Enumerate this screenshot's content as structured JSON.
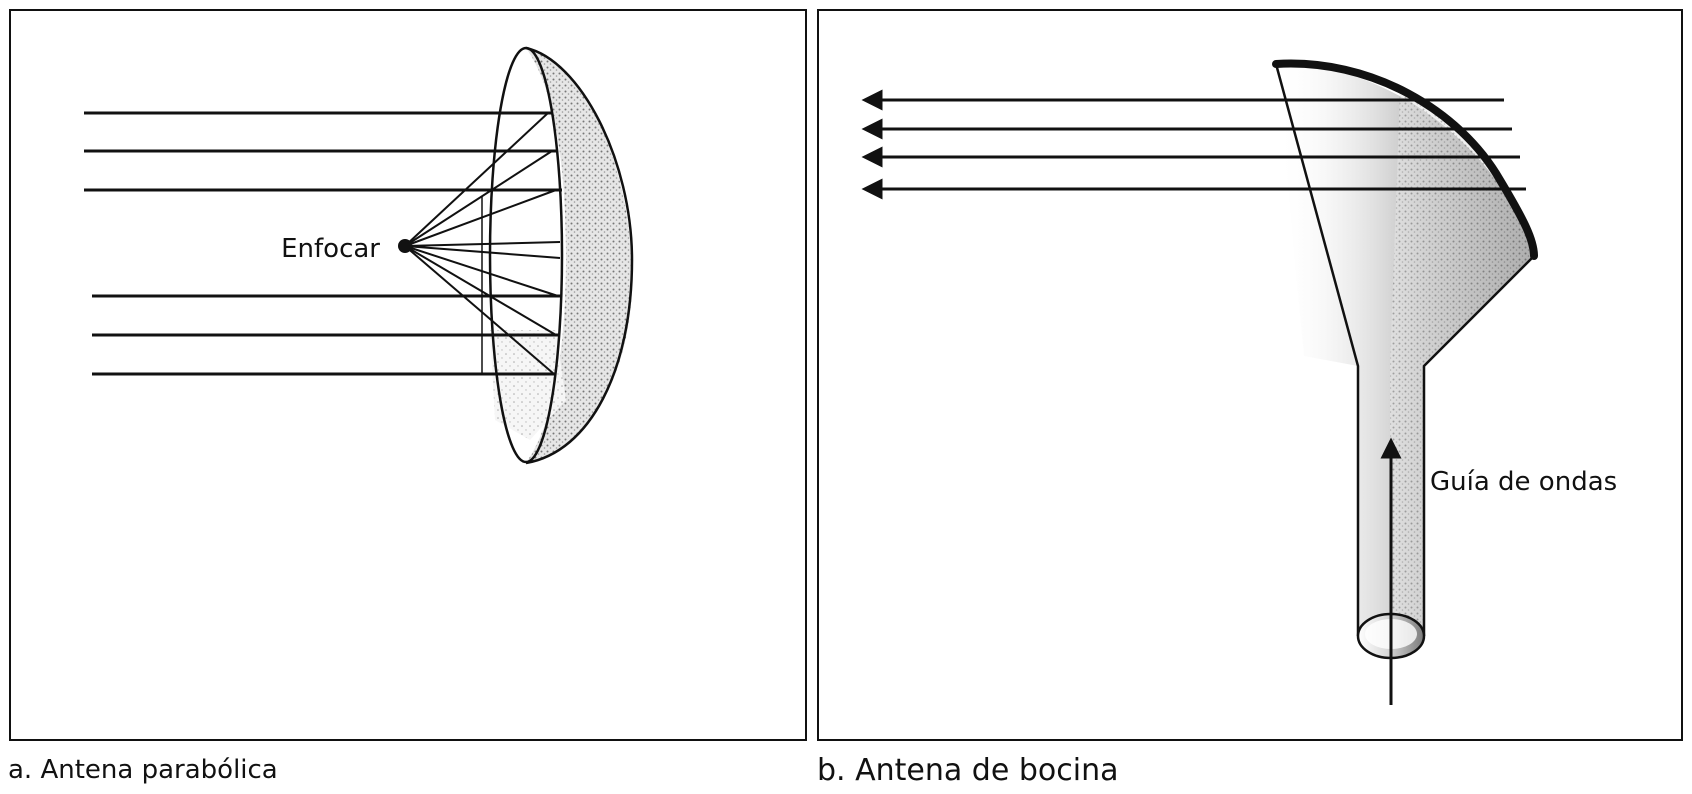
{
  "panel_a": {
    "focus_label": "Enfocar",
    "caption": "a. Antena parabólica"
  },
  "panel_b": {
    "waveguide_label": "Guía de ondas",
    "caption": "b. Antena de bocina"
  }
}
